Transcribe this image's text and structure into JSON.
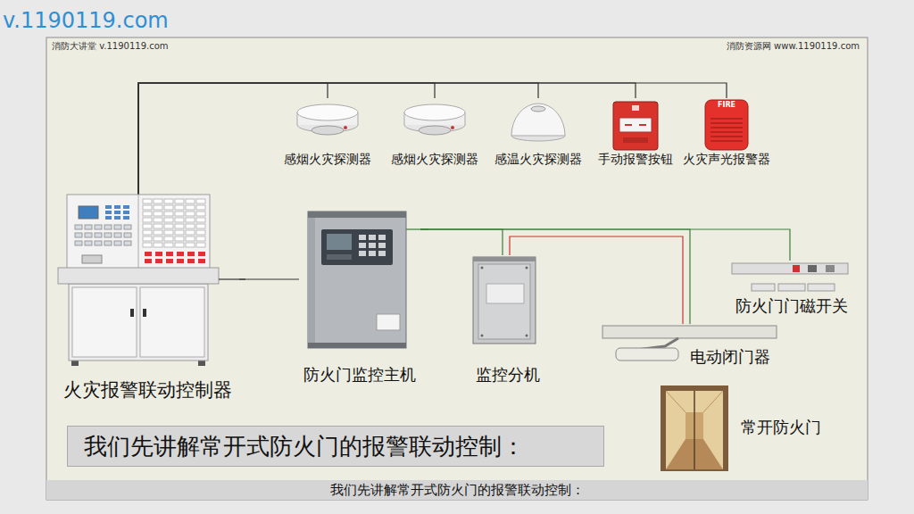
{
  "diagram": {
    "caption": "我们先讲解常开式防火门的报警联动控制：",
    "nodes": [
      {
        "text": [
          "火灾报警联动控制器"
        ]
      },
      {
        "text": [
          "感烟火灾探测器"
        ]
      },
      {
        "text": [
          "感烟火灾探测器"
        ]
      },
      {
        "text": [
          "感温火灾探测器"
        ]
      },
      {
        "text": [
          "手动报警按钮"
        ]
      },
      {
        "text": [
          "火灾声光报警器"
        ]
      },
      {
        "text": [
          "防火门监控主机"
        ]
      },
      {
        "text": [
          "监控分机"
        ]
      },
      {
        "text": [
          "防火门门磁开关"
        ]
      },
      {
        "text": [
          "电动闭门器"
        ]
      },
      {
        "text": [
          "常开防火门"
        ]
      },
      {
        "text": [
          "我们先讲解常开式防火门的报警联动控制："
        ]
      }
    ],
    "edges": [
      {
        "from": 0,
        "to": 1,
        "arrow": "none"
      },
      {
        "from": 0,
        "to": 2,
        "arrow": "none"
      },
      {
        "from": 0,
        "to": 3,
        "arrow": "none"
      },
      {
        "from": 0,
        "to": 4,
        "arrow": "none"
      },
      {
        "from": 0,
        "to": 5,
        "arrow": "none"
      },
      {
        "from": 0,
        "to": 6,
        "arrow": "none"
      },
      {
        "from": 6,
        "to": 7,
        "arrow": "none"
      },
      {
        "from": 6,
        "to": 9,
        "arrow": "none"
      },
      {
        "from": 6,
        "to": 8,
        "arrow": "none"
      },
      {
        "from": 7,
        "to": 9,
        "arrow": "none"
      }
    ],
    "labels": [
      "v.1190119.com",
      "消防大讲堂 v.1190119.com",
      "消防资源网 www.1190119.com",
      "FIRE"
    ]
  }
}
